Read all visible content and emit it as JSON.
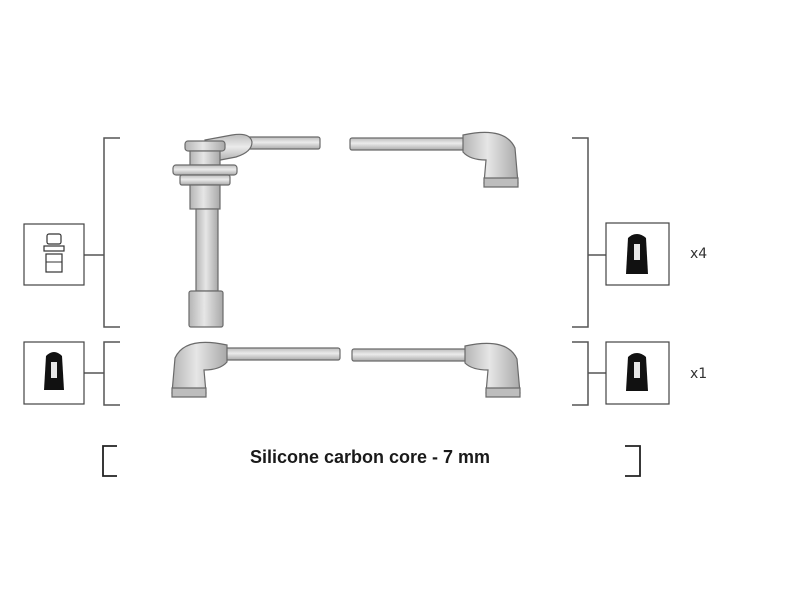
{
  "caption": "Silicone carbon core - 7 mm",
  "quantities": {
    "set_main": "x4",
    "set_single": "x1"
  },
  "colors": {
    "line": "#555555",
    "metal_fill": "#d4d4d4",
    "metal_stroke": "#6a6a6a",
    "terminal_dark": "#111111",
    "text": "#1a1a1a"
  },
  "icons": {
    "left_top": "spark-plug-terminal-icon",
    "left_bottom": "straight-boot-terminal-icon",
    "right_top": "straight-boot-terminal-icon",
    "right_bottom": "straight-boot-terminal-icon"
  }
}
